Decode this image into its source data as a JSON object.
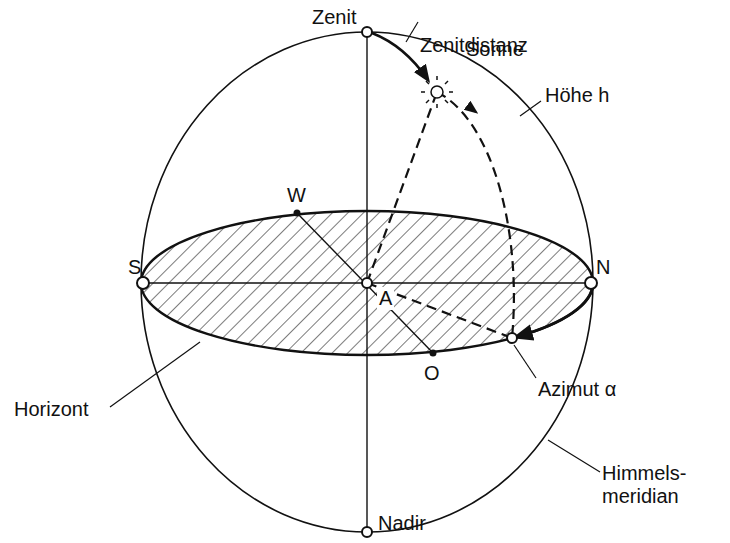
{
  "diagram": {
    "labels": [
      "Zenit",
      "Zenitdistanz",
      "Sonne",
      "Höhe h",
      "W",
      "S",
      "A",
      "N",
      "O",
      "Horizont",
      "Azimut α",
      "Himmels- meridian",
      "Nadir"
    ]
  }
}
